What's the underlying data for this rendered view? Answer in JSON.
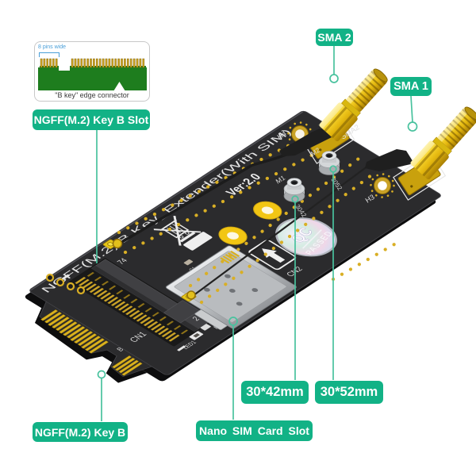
{
  "colors": {
    "label_green": "#12b286",
    "leader_green": "#49c29e",
    "board_black": "#2b2b2d",
    "gold": "#f0c419",
    "pcb_green": "#1e7d1e",
    "note_blue": "#4a9fd8"
  },
  "inset": {
    "pins_note": "8 pins wide",
    "caption": "\"B key\"  edge connector"
  },
  "callouts": {
    "slot": "NGFF(M.2) Key B Slot",
    "sma2": "SMA 2",
    "sma1": "SMA 1",
    "size42": "30*42mm",
    "size52": "30*52mm",
    "sim": "Nano SIM Card Slot",
    "key_b": "NGFF(M.2) Key B"
  },
  "board": {
    "edge_text": "NGFF(M.2) B Key_Extender(With SIM)",
    "version": "Ver:2.0",
    "silkscreen": {
      "cn1": "CN1",
      "cn2": "CN2",
      "led1": "LED1",
      "r1": "R1",
      "c1": "C1",
      "h3": "H3",
      "h4": "H4",
      "m1": "M1",
      "m2": "M2",
      "sma2": "SMA2",
      "pin74": "74",
      "pin2": "2",
      "key_b": "B",
      "size42": "3042",
      "size52": "3052"
    },
    "sticker": {
      "line1": "QC",
      "line2": "PASSED"
    }
  }
}
